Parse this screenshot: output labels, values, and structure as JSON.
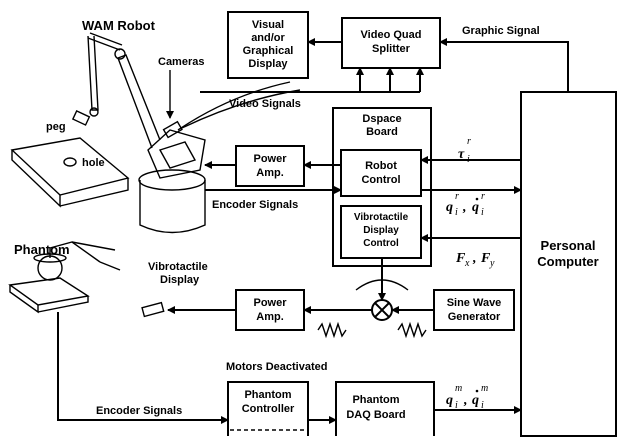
{
  "labels": {
    "wam_robot": "WAM Robot",
    "cameras": "Cameras",
    "peg": "peg",
    "hole": "hole",
    "video_signals": "Video Signals",
    "graphic_signal": "Graphic Signal",
    "display_line1": "Visual",
    "display_line2": "and/or",
    "display_line3": "Graphical",
    "display_line4": "Display",
    "splitter_line1": "Video Quad",
    "splitter_line2": "Splitter",
    "dspace_line1": "Dspace",
    "dspace_line2": "Board",
    "robot_control_line1": "Robot",
    "robot_control_line2": "Control",
    "vibro_ctrl_line1": "Vibrotactile",
    "vibro_ctrl_line2": "Display",
    "vibro_ctrl_line3": "Control",
    "power_amp_line1": "Power",
    "power_amp_line2": "Amp.",
    "encoder_signals_top": "Encoder Signals",
    "pc_line1": "Personal",
    "pc_line2": "Computer",
    "phantom": "Phantom",
    "vibro_display_line1": "Vibrotactile",
    "vibro_display_line2": "Display",
    "sine_line1": "Sine Wave",
    "sine_line2": "Generator",
    "motors_deactivated": "Motors Deactivated",
    "phantom_ctrl_line1": "Phantom",
    "phantom_ctrl_line2": "Controller",
    "phantom_daq_line1": "Phantom",
    "phantom_daq_line2": "DAQ Board",
    "encoder_signals_bottom": "Encoder Signals",
    "tau": "τ",
    "tau_sub": "i",
    "tau_sup": "r",
    "q_r": "q",
    "q_r_sub": "i",
    "q_r_sup": "r",
    "q_dot_r": "q",
    "comma": ",",
    "f_x": "F",
    "f_x_sub": "x",
    "f_y": "F",
    "f_y_sub": "y",
    "q_m": "q",
    "q_m_sup": "m",
    "q_m_sub": "i"
  }
}
